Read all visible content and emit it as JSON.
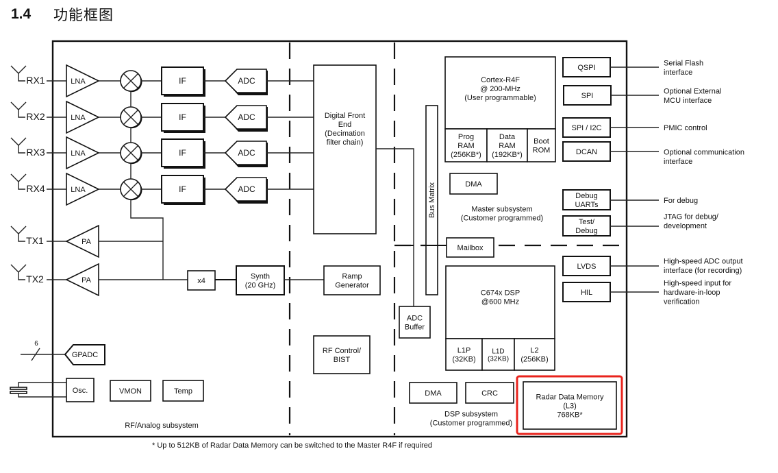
{
  "heading": {
    "number": "1.4",
    "title": "功能框图"
  },
  "rx_channels": [
    {
      "antenna": "RX1",
      "lna": "LNA",
      "if": "IF",
      "adc": "ADC"
    },
    {
      "antenna": "RX2",
      "lna": "LNA",
      "if": "IF",
      "adc": "ADC"
    },
    {
      "antenna": "RX3",
      "lna": "LNA",
      "if": "IF",
      "adc": "ADC"
    },
    {
      "antenna": "RX4",
      "lna": "LNA",
      "if": "IF",
      "adc": "ADC"
    }
  ],
  "tx_channels": [
    {
      "antenna": "TX1",
      "pa": "PA"
    },
    {
      "antenna": "TX2",
      "pa": "PA"
    }
  ],
  "rf_analog": {
    "multiplier": "x4",
    "synth": [
      "Synth",
      "(20 GHz)"
    ],
    "gpadc": "GPADC",
    "gpadc_bus_width": "6",
    "osc": "Osc.",
    "vmon": "VMON",
    "temp": "Temp",
    "label": "RF/Analog subsystem"
  },
  "digital_front_end": [
    "Digital Front",
    "End",
    "",
    "(Decimation",
    "filter chain)"
  ],
  "ramp_generator": [
    "Ramp",
    "Generator"
  ],
  "rf_control": [
    "RF Control/",
    "BIST"
  ],
  "bus_matrix": "Bus Matrix",
  "adc_buffer": [
    "ADC",
    "Buffer"
  ],
  "master": {
    "cpu": [
      "Cortex-R4F",
      "@ 200-MHz",
      "",
      "(User programmable)"
    ],
    "prog_ram": [
      "Prog",
      "RAM",
      "(256KB*)"
    ],
    "data_ram": [
      "Data",
      "RAM",
      "(192KB*)"
    ],
    "boot_rom": [
      "Boot",
      "ROM"
    ],
    "dma": "DMA",
    "label": [
      "Master subsystem",
      "(Customer programmed)"
    ],
    "mailbox": "Mailbox"
  },
  "dsp": {
    "cpu": [
      "C674x DSP",
      "@600 MHz"
    ],
    "l1p": [
      "L1P",
      "(32KB)"
    ],
    "l1d": [
      "L1D",
      "(32KB)"
    ],
    "l2": [
      "L2",
      "(256KB)"
    ],
    "dma": "DMA",
    "crc": "CRC",
    "label": [
      "DSP subsystem",
      "(Customer programmed)"
    ],
    "radar_memory": [
      "Radar Data Memory",
      "(L3)",
      "768KB*"
    ],
    "highlight_color": "#e8231c"
  },
  "peripherals": [
    {
      "name": [
        "QSPI"
      ],
      "desc": [
        "Serial Flash",
        "interface"
      ]
    },
    {
      "name": [
        "SPI"
      ],
      "desc": [
        "Optional External",
        "MCU interface"
      ]
    },
    {
      "name": [
        "SPI / I2C"
      ],
      "desc": [
        "PMIC control"
      ]
    },
    {
      "name": [
        "DCAN"
      ],
      "desc": [
        "Optional communication",
        "interface"
      ]
    },
    {
      "name": [
        "Debug",
        "UARTs"
      ],
      "desc": [
        "For debug"
      ]
    },
    {
      "name": [
        "Test/",
        "Debug"
      ],
      "desc": [
        "JTAG for debug/",
        "development"
      ]
    },
    {
      "name": [
        "LVDS"
      ],
      "desc": [
        "High-speed ADC output",
        "interface (for recording)"
      ]
    },
    {
      "name": [
        "HIL"
      ],
      "desc": [
        "High-speed input for",
        "hardware-in-loop",
        "verification"
      ]
    }
  ],
  "footnote": "* Up to 512KB of Radar Data Memory can be switched to the Master R4F if required"
}
